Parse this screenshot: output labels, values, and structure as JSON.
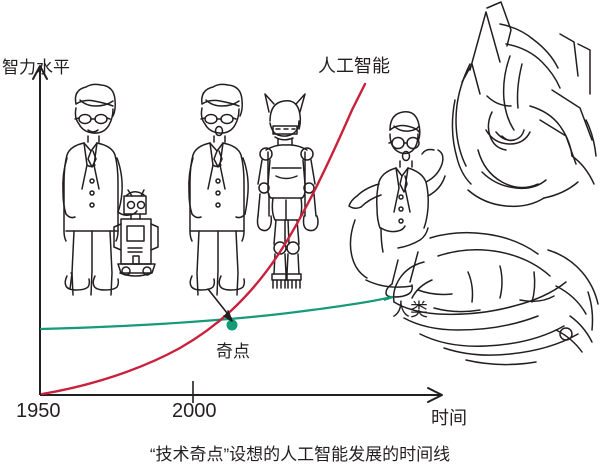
{
  "figure": {
    "caption": "“技术奇点”设想的人工智能发展的时间线",
    "axes": {
      "y_label": "智力水平",
      "x_label": "时间",
      "x_ticks": [
        "1950",
        "2000"
      ]
    },
    "annotations": {
      "ai_label": "人工智能",
      "human_label": "人类",
      "singularity_label": "奇点"
    },
    "colors": {
      "ai_curve": "#c9203c",
      "human_curve": "#159b77",
      "axis": "#231f20",
      "ink": "#231f20",
      "background": "#ffffff"
    },
    "illustration_items": [
      "man-with-small-robot",
      "man-with-humanoid-robot",
      "man-seated-in-giant-robot-hand",
      "giant-robot-head"
    ]
  },
  "chart_data": {
    "type": "line",
    "title": "“技术奇点”设想的人工智能发展的时间线",
    "xlabel": "时间",
    "ylabel": "智力水平",
    "xlim": [
      1950,
      2065
    ],
    "ylim": [
      0,
      100
    ],
    "grid": false,
    "legend": "inline-labels",
    "x_tick_labels": [
      "1950",
      "2000"
    ],
    "x_tick_values": [
      1950,
      2000
    ],
    "series": [
      {
        "name": "人工智能",
        "color": "#c9203c",
        "x": [
          1950,
          1960,
          1970,
          1980,
          1990,
          2000,
          2005,
          2010,
          2015,
          2020,
          2025,
          2030,
          2035,
          2040
        ],
        "values": [
          0,
          2,
          5,
          9,
          14,
          19,
          22,
          26,
          32,
          41,
          53,
          68,
          84,
          96
        ]
      },
      {
        "name": "人类",
        "color": "#159b77",
        "x": [
          1950,
          1970,
          1990,
          2010,
          2020,
          2030,
          2040,
          2050
        ],
        "values": [
          20,
          21,
          22,
          23,
          24,
          26,
          28,
          30
        ]
      }
    ],
    "annotations": [
      {
        "label": "奇点",
        "x": 2015,
        "y": 23,
        "marker": "dot",
        "marker_color": "#159b77",
        "note": "交点:人工智能曲线与人类曲线相交"
      },
      {
        "label": "人工智能",
        "x": 2033,
        "y": 100,
        "type": "series-label"
      },
      {
        "label": "人类",
        "x": 2052,
        "y": 30,
        "type": "series-label"
      }
    ]
  }
}
